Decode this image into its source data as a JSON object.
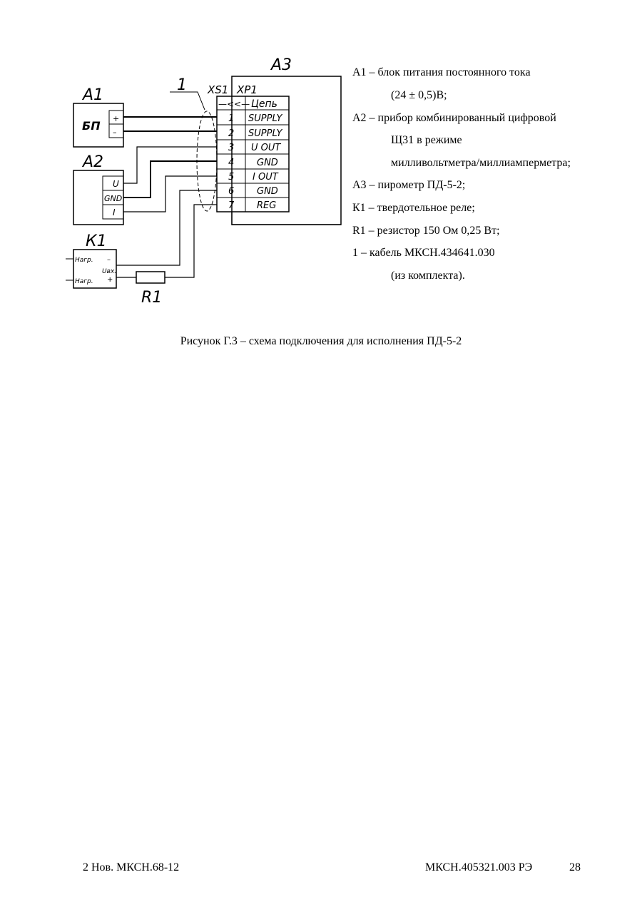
{
  "diagram": {
    "blocks": {
      "a1": {
        "ref": "А1",
        "label": "БП",
        "terminals": [
          "+",
          "–"
        ]
      },
      "a2": {
        "ref": "А2",
        "terminals": [
          "U",
          "GND",
          "I"
        ]
      },
      "a3": {
        "ref": "А3"
      },
      "k1": {
        "ref": "К1",
        "left_labels": [
          "Нагр.",
          "Нагр."
        ],
        "right_labels": [
          "–",
          "Uвх.",
          "+"
        ]
      },
      "r1": {
        "ref": "R1"
      },
      "cable": {
        "ref": "1"
      }
    },
    "connector": {
      "xs": "XS1",
      "xp": "XP1",
      "header_symbol": "—<<—",
      "header_label": "Цепь",
      "pins": [
        {
          "num": "1",
          "signal": "SUPPLY"
        },
        {
          "num": "2",
          "signal": "SUPPLY"
        },
        {
          "num": "3",
          "signal": "U OUT"
        },
        {
          "num": "4",
          "signal": "GND"
        },
        {
          "num": "5",
          "signal": "I OUT"
        },
        {
          "num": "6",
          "signal": "GND"
        },
        {
          "num": "7",
          "signal": "REG"
        }
      ]
    }
  },
  "legend": [
    {
      "text": "А1 – блок питания постоянного тока",
      "indent": false
    },
    {
      "text": "(24 ± 0,5)В;",
      "indent": true
    },
    {
      "text": "А2 – прибор комбинированный цифровой",
      "indent": false
    },
    {
      "text": "Щ31 в режиме",
      "indent": true
    },
    {
      "text": "милливольтметра/миллиамперметра;",
      "indent": true
    },
    {
      "text": "А3 – пирометр ПД-5-2;",
      "indent": false
    },
    {
      "text": "К1 – твердотельное реле;",
      "indent": false
    },
    {
      "text": "R1 – резистор 150 Ом 0,25 Вт;",
      "indent": false
    },
    {
      "text": "1 –   кабель МКСН.434641.030",
      "indent": false
    },
    {
      "text": "(из комплекта).",
      "indent": true
    }
  ],
  "caption": "Рисунок Г.3 – схема подключения для исполнения ПД-5-2",
  "footer": {
    "left": "2 Нов. МКСН.68-12",
    "doc": "МКСН.405321.003 РЭ",
    "page": "28"
  }
}
